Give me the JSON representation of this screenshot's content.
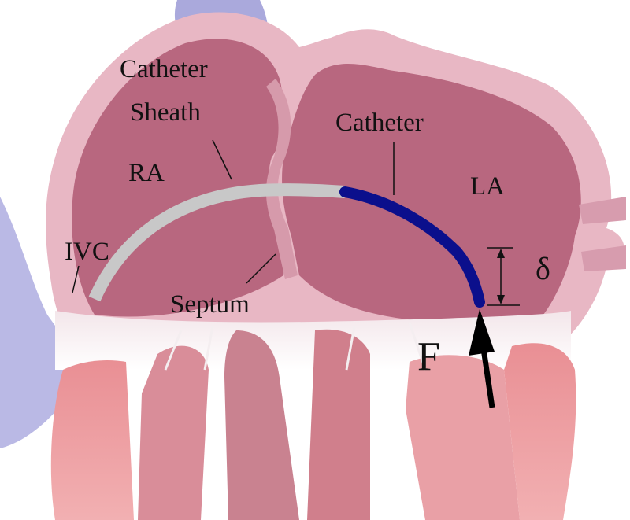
{
  "labels": {
    "catheter_sheath_line1": "Catheter",
    "catheter_sheath_line2": "Sheath",
    "catheter": "Catheter",
    "ra": "RA",
    "la": "LA",
    "ivc": "IVC",
    "septum": "Septum",
    "delta": "δ",
    "force": "F"
  },
  "colors": {
    "sheath": "#c8c8c8",
    "catheter": "#0b0f8c",
    "tissue": "#b86a82",
    "vessel_blue": "#a9a8d8",
    "arrow": "#000000"
  }
}
